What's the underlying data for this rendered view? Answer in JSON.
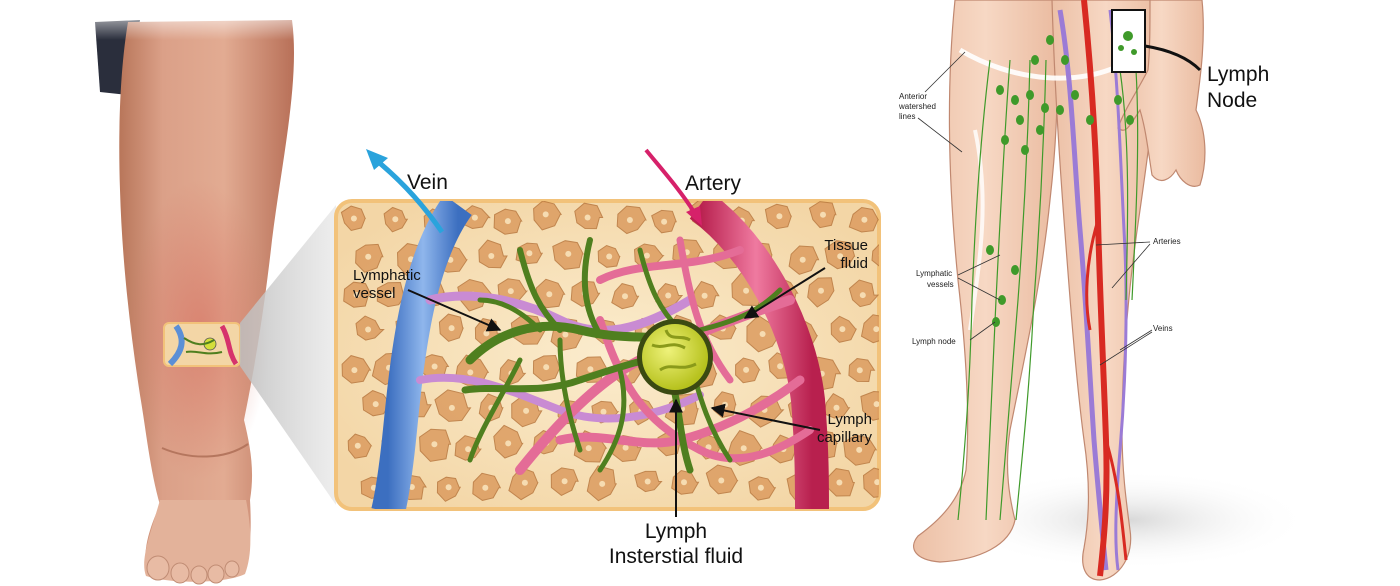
{
  "labels": {
    "vein": "Vein",
    "artery": "Artery",
    "lymphatic_vessel_line1": "Lymphatic",
    "lymphatic_vessel_line2": "vessel",
    "tissue_fluid_line1": "Tissue",
    "tissue_fluid_line2": "fluid",
    "lymph_capillary_line1": "Lymph",
    "lymph_capillary_line2": "capillary",
    "lymph": "Lymph",
    "insterstial_fluid": "Insterstial fluid"
  },
  "anatomy": {
    "lymph_node_line1": "Lymph",
    "lymph_node_line2": "Node",
    "anterior_watershed_line1": "Anterior",
    "anterior_watershed_line2": "watershed",
    "anterior_watershed_line3": "lines",
    "lymphatic_vessels_line1": "Lymphatic",
    "lymphatic_vessels_line2": "vessels",
    "lymph_node_small": "Lymph node",
    "arteries": "Arteries",
    "veins": "Veins"
  },
  "colors": {
    "vein": "#5b8fd6",
    "artery": "#d6336c",
    "lymphatic": "#4f7f1f",
    "skin": "#f3cdb6",
    "tissue_cell": "#dc9c60",
    "panel_bg": "#f8e6c4",
    "panel_border": "#f2c27a",
    "node": "#d4de3a"
  }
}
